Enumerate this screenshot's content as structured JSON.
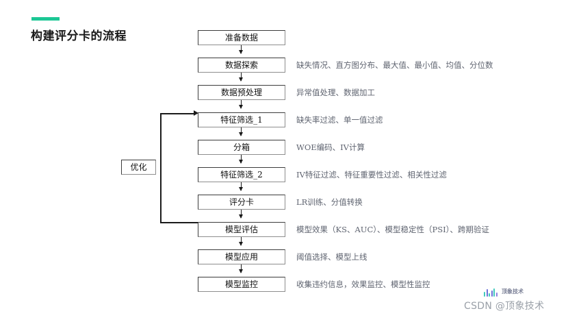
{
  "title": "构建评分卡的流程",
  "accent_color": "#1cc795",
  "flow": {
    "nodes": [
      {
        "label": "准备数据",
        "note": ""
      },
      {
        "label": "数据探索",
        "note": "缺失情况、直方图分布、最大值、最小值、均值、分位数"
      },
      {
        "label": "数据预处理",
        "note": "异常值处理、数据加工"
      },
      {
        "label": "特征筛选_1",
        "note": "缺失率过滤、单一值过滤"
      },
      {
        "label": "分箱",
        "note": "WOE编码、IV计算"
      },
      {
        "label": "特征筛选_2",
        "note": "IV特征过滤、特征重要性过滤、相关性过滤"
      },
      {
        "label": "评分卡",
        "note": "LR训练、分值转换"
      },
      {
        "label": "模型评估",
        "note": "模型效果（KS、AUC）、模型稳定性（PSI）、跨期验证"
      },
      {
        "label": "模型应用",
        "note": "阈值选择、模型上线"
      },
      {
        "label": "模型监控",
        "note": "收集违约信息，效果监控、模型性监控"
      }
    ],
    "feedback": {
      "label": "优化",
      "from_node": "模型评估",
      "to_node": "特征筛选_1"
    }
  },
  "watermark": {
    "text": "CSDN @顶象技术",
    "brand_text": "顶象技术",
    "brand_bar_colors": [
      "#3fc9bd",
      "#6b6fd8",
      "#3fc9bd",
      "#6b6fd8",
      "#3fc9bd",
      "#8f7fe0"
    ]
  }
}
